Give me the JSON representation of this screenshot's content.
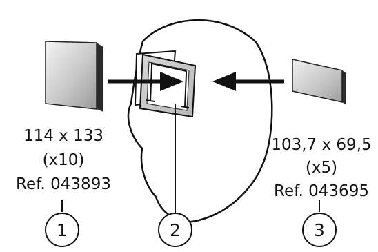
{
  "parts": [
    {
      "number": "1",
      "dimensions": "114 x 133",
      "quantity": "(x10)",
      "reference": "Ref. 043893"
    },
    {
      "number": "2"
    },
    {
      "number": "3",
      "dimensions": "103,7 x 69,5",
      "quantity": "(x5)",
      "reference": "Ref. 043695"
    }
  ]
}
